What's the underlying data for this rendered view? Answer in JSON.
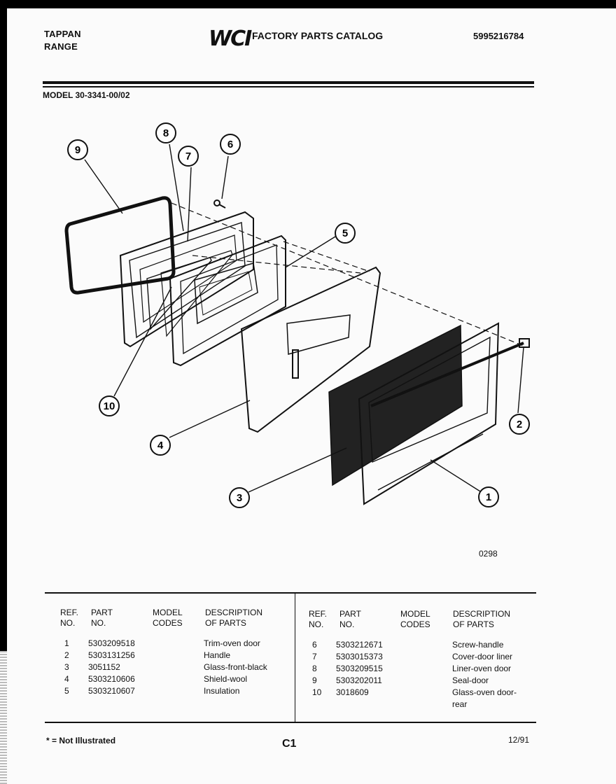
{
  "header": {
    "brand_line1": "TAPPAN",
    "brand_line2": "RANGE",
    "logo": "WCI",
    "catalog_title": "FACTORY PARTS CATALOG",
    "doc_number": "5995216784",
    "model": "MODEL 30-3341-00/02"
  },
  "diagram": {
    "figure_code": "0298",
    "callouts": [
      "1",
      "2",
      "3",
      "4",
      "5",
      "6",
      "7",
      "8",
      "9",
      "10"
    ]
  },
  "table": {
    "headers": {
      "ref": [
        "REF.",
        "NO."
      ],
      "part": [
        "PART",
        "NO."
      ],
      "model": [
        "MODEL",
        "CODES"
      ],
      "desc": [
        "DESCRIPTION",
        "OF PARTS"
      ]
    },
    "left_rows": [
      {
        "ref": "1",
        "part": "5303209518",
        "desc": "Trim-oven door"
      },
      {
        "ref": "2",
        "part": "5303131256",
        "desc": "Handle"
      },
      {
        "ref": "3",
        "part": "3051152",
        "desc": "Glass-front-black"
      },
      {
        "ref": "4",
        "part": "5303210606",
        "desc": "Shield-wool"
      },
      {
        "ref": "5",
        "part": "5303210607",
        "desc": "Insulation"
      }
    ],
    "right_rows": [
      {
        "ref": "6",
        "part": "5303212671",
        "desc": "Screw-handle"
      },
      {
        "ref": "7",
        "part": "5303015373",
        "desc": "Cover-door liner"
      },
      {
        "ref": "8",
        "part": "5303209515",
        "desc": "Liner-oven door"
      },
      {
        "ref": "9",
        "part": "5303202011",
        "desc": "Seal-door"
      },
      {
        "ref": "10",
        "part": "3018609",
        "desc": "Glass-oven door-rear"
      }
    ]
  },
  "footer": {
    "note": "* = Not Illustrated",
    "page": "C1",
    "date": "12/91"
  }
}
